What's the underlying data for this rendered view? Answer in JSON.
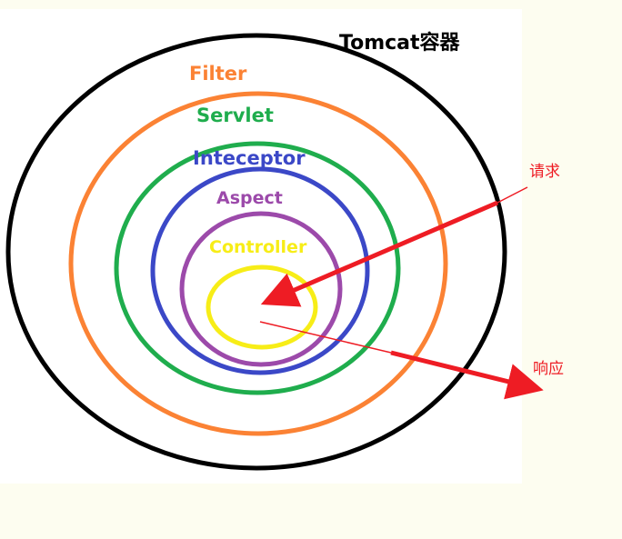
{
  "diagram": {
    "title": "Tomcat容器",
    "layers": [
      {
        "key": "filter",
        "label": "Filter",
        "color": "#fb8234"
      },
      {
        "key": "servlet",
        "label": "Servlet",
        "color": "#1fad4d"
      },
      {
        "key": "interceptor",
        "label": "Inteceptor",
        "color": "#3b48c7"
      },
      {
        "key": "aspect",
        "label": "Aspect",
        "color": "#9c4aaa"
      },
      {
        "key": "controller",
        "label": "Controller",
        "color": "#f7ed17"
      }
    ],
    "outer_color": "#000000",
    "arrow_color": "#ee1c24",
    "request_label": "请求",
    "response_label": "响应"
  }
}
